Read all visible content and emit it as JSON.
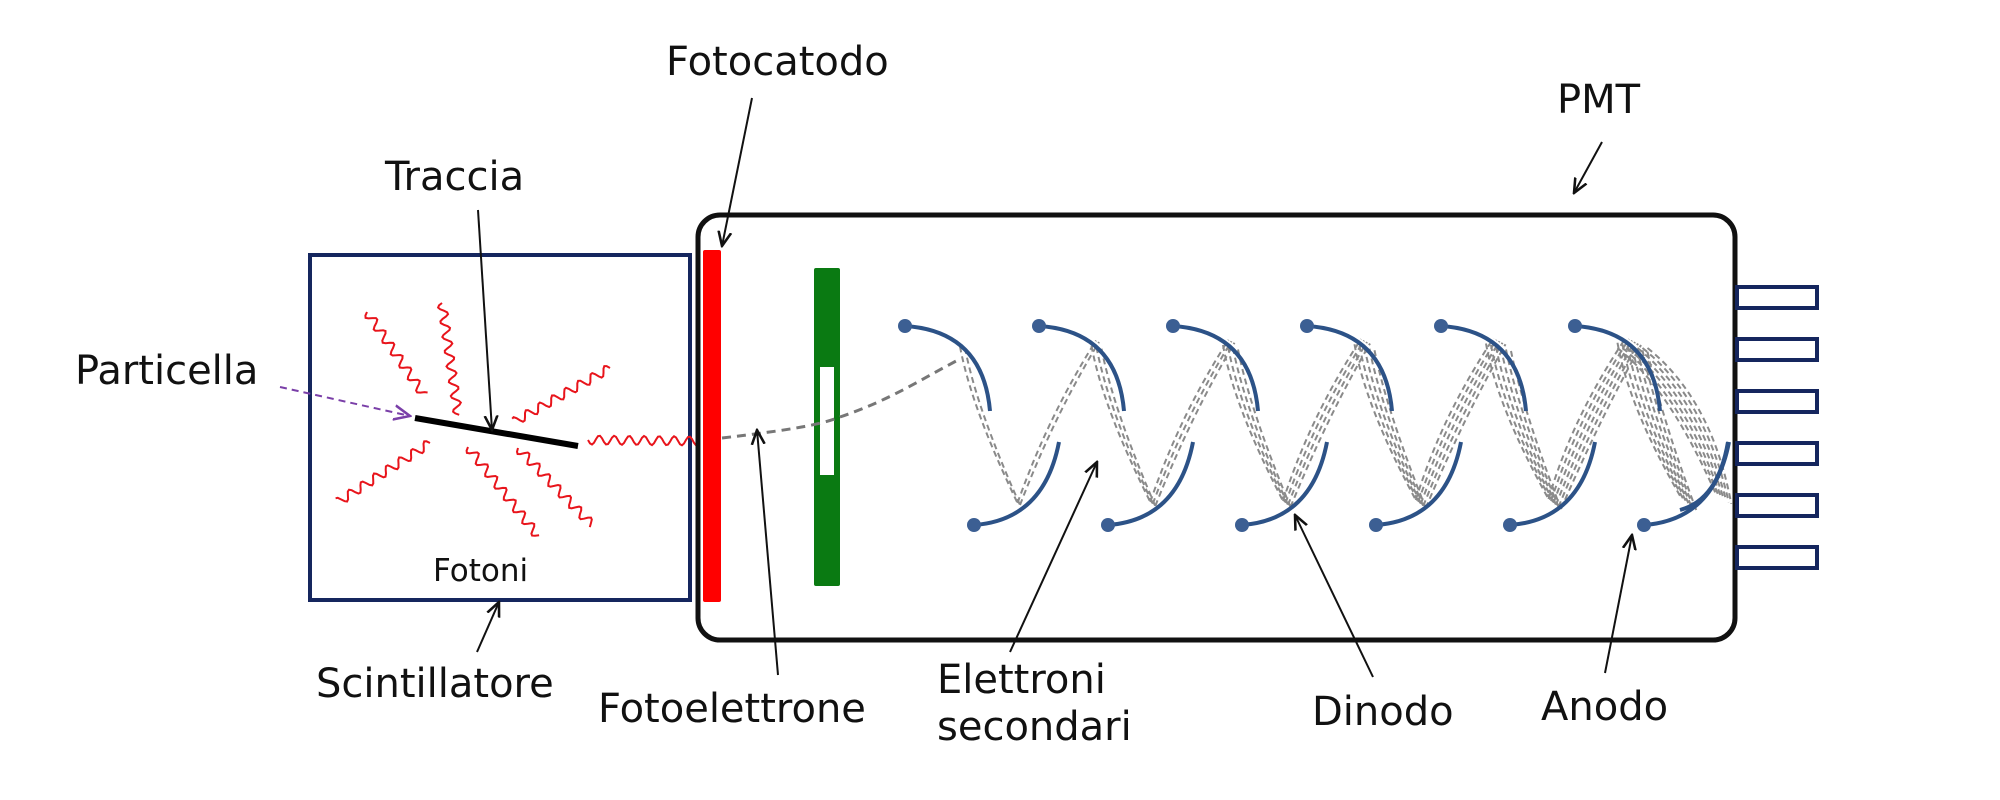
{
  "labels": {
    "particella": "Particella",
    "traccia": "Traccia",
    "fotoni": "Fotoni",
    "scintillatore": "Scintillatore",
    "fotocatodo": "Fotocatodo",
    "fotoelettrone": "Fotoelettrone",
    "elettroni_line1": "Elettroni",
    "elettroni_line2": "secondari",
    "dinodo": "Dinodo",
    "anodo": "Anodo",
    "pmt": "PMT"
  },
  "colors": {
    "scintillator_frame": "#15265e",
    "photon": "#e8141b",
    "photocathode": "#ff0000",
    "focusing_grid": "#0a7a12",
    "dynode": "#2c5287",
    "dynode_bead": "#3c5f93",
    "electron": "#8a8a8a",
    "particle_path": "#7a3fa8",
    "tube_outline": "#111111",
    "pin": "#15265e"
  },
  "diagram": {
    "dynode_pairs": 6,
    "anode_pins": 6
  }
}
